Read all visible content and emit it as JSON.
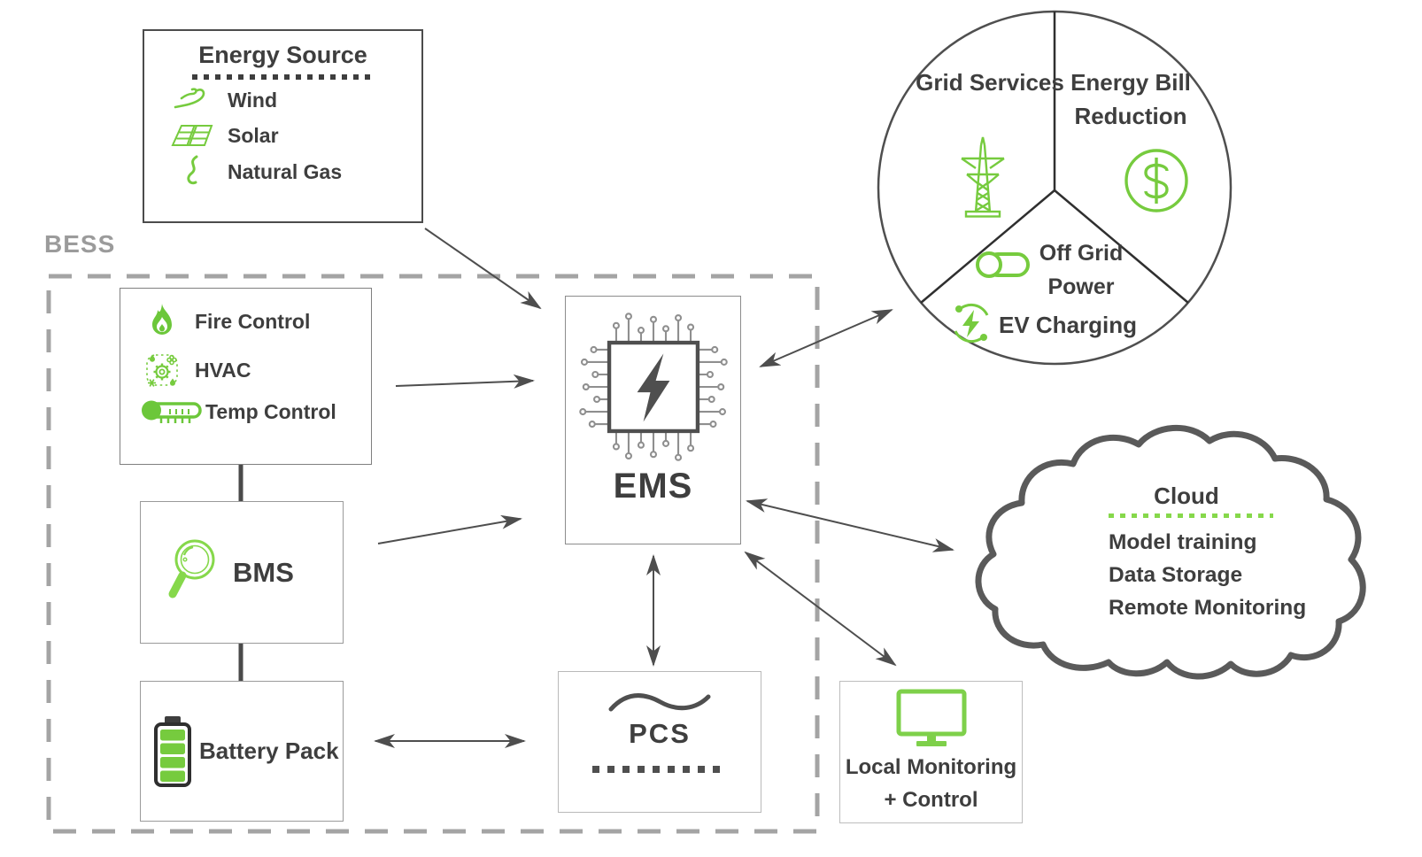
{
  "colors": {
    "green": "#76cb3e",
    "dark_text": "#3e3e3e",
    "arrow": "#4e4e4e",
    "muted_gray": "#9b9b9b"
  },
  "bess": {
    "label": "BESS"
  },
  "energy_source": {
    "title": "Energy Source",
    "items": [
      {
        "icon": "wind-icon",
        "label": "Wind"
      },
      {
        "icon": "solar-panel-icon",
        "label": "Solar"
      },
      {
        "icon": "natural-gas-icon",
        "label": "Natural Gas"
      }
    ]
  },
  "environment_controls": {
    "items": [
      {
        "icon": "fire-icon",
        "label": "Fire Control"
      },
      {
        "icon": "hvac-icon",
        "label": "HVAC"
      },
      {
        "icon": "thermometer-icon",
        "label": "Temp Control"
      }
    ]
  },
  "bms": {
    "icon": "magnifier-icon",
    "label": "BMS"
  },
  "battery_pack": {
    "icon": "battery-icon",
    "label": "Battery Pack"
  },
  "ems": {
    "icon": "chip-bolt-icon",
    "label": "EMS"
  },
  "pcs": {
    "icon": "ac-wave-icon",
    "label": "PCS"
  },
  "benefits_wheel": {
    "segments": [
      {
        "icon": "transmission-tower-icon",
        "label": "Grid Services"
      },
      {
        "icon": "dollar-coin-icon",
        "label": "Energy Bill Reduction"
      },
      {
        "icon": "toggle-switch-icon",
        "label": "Off Grid Power"
      },
      {
        "icon": "ev-charging-icon",
        "label": "EV Charging"
      }
    ]
  },
  "cloud": {
    "title": "Cloud",
    "items": [
      {
        "label": "Model training"
      },
      {
        "label": "Data Storage"
      },
      {
        "label": "Remote Monitoring"
      }
    ]
  },
  "local_monitoring": {
    "icon": "monitor-icon",
    "lines": [
      {
        "text": "Local Monitoring"
      },
      {
        "text": "+ Control"
      }
    ]
  },
  "connections": [
    {
      "from": "Energy Source",
      "to": "EMS",
      "direction": "one-way"
    },
    {
      "from": "Fire Control / HVAC / Temp Control",
      "to": "EMS",
      "direction": "one-way"
    },
    {
      "from": "BMS",
      "to": "EMS",
      "direction": "one-way"
    },
    {
      "from": "Battery Pack",
      "to": "PCS",
      "direction": "two-way"
    },
    {
      "from": "EMS",
      "to": "PCS",
      "direction": "two-way"
    },
    {
      "from": "EMS",
      "to": "Benefits Wheel",
      "direction": "two-way"
    },
    {
      "from": "EMS",
      "to": "Cloud",
      "direction": "two-way"
    },
    {
      "from": "EMS",
      "to": "Local Monitoring + Control",
      "direction": "two-way"
    },
    {
      "from": "Fire Control / HVAC / Temp Control",
      "to": "BMS",
      "direction": "link"
    },
    {
      "from": "BMS",
      "to": "Battery Pack",
      "direction": "link"
    }
  ]
}
